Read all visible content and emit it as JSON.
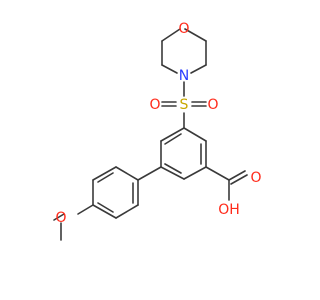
{
  "atoms": {
    "morpholine_o": {
      "label": "O",
      "color": "#ff2a1a"
    },
    "morpholine_n": {
      "label": "N",
      "color": "#2a3cff"
    },
    "sulfonyl_s": {
      "label": "S",
      "color": "#c8a800"
    },
    "sulfonyl_o_left": {
      "label": "O",
      "color": "#ff2a1a"
    },
    "sulfonyl_o_right": {
      "label": "O",
      "color": "#ff2a1a"
    },
    "acid_o": {
      "label": "O",
      "color": "#ff2a1a"
    },
    "acid_oh": {
      "label": "OH",
      "color": "#ff2a1a"
    },
    "methoxy_o": {
      "label": "O",
      "color": "#ff2a1a"
    }
  }
}
